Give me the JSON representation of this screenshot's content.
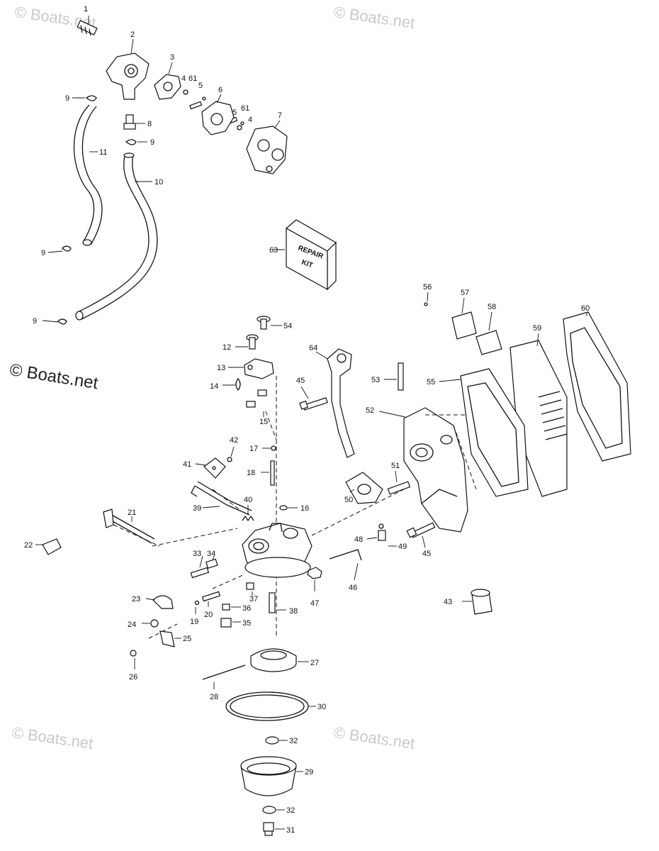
{
  "watermarks": {
    "main": "© Boats.net",
    "faint": "© Boats.net"
  },
  "kit_box": {
    "line1": "REPAIR",
    "line2": "KIT"
  },
  "parts": {
    "p1": "1",
    "p2": "2",
    "p3": "3",
    "p4a": "4",
    "p4b": "4",
    "p5a": "5",
    "p5b": "5",
    "p6": "6",
    "p7": "7",
    "p8": "8",
    "p9a": "9",
    "p9b": "9",
    "p9c": "9",
    "p9d": "9",
    "p10": "10",
    "p11": "11",
    "p12": "12",
    "p13": "13",
    "p14": "14",
    "p15": "15",
    "p16": "16",
    "p17": "17",
    "p18": "18",
    "p19": "19",
    "p20": "20",
    "p21": "21",
    "p22": "22",
    "p23": "23",
    "p24": "24",
    "p25": "25",
    "p26": "26",
    "p27": "27",
    "p28": "28",
    "p29": "29",
    "p30": "30",
    "p31": "31",
    "p32a": "32",
    "p32b": "32",
    "p33": "33",
    "p34": "34",
    "p35": "35",
    "p36": "36",
    "p37": "37",
    "p38": "38",
    "p39": "39",
    "p40": "40",
    "p41": "41",
    "p42": "42",
    "p43": "43",
    "p45a": "45",
    "p45b": "45",
    "p46": "46",
    "p47": "47",
    "p48": "48",
    "p49": "49",
    "p50": "50",
    "p51": "51",
    "p52": "52",
    "p53": "53",
    "p54": "54",
    "p55": "55",
    "p56": "56",
    "p57": "57",
    "p58": "58",
    "p59": "59",
    "p60": "60",
    "p61a": "61",
    "p61b": "61",
    "p63": "63",
    "p64": "64"
  }
}
